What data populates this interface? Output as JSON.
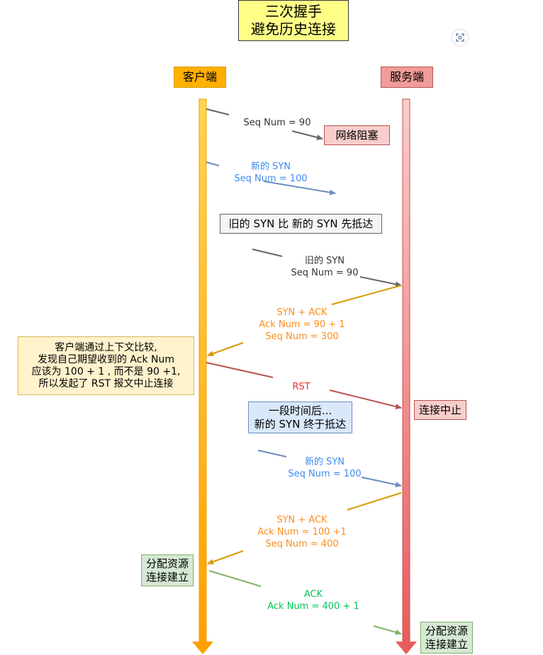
{
  "title": {
    "line1": "三次握手",
    "line2": "避免历史连接"
  },
  "client": {
    "label": "客户端"
  },
  "server": {
    "label": "服务端"
  },
  "messages": {
    "old_syn_blocked": {
      "text": "Seq Num = 90"
    },
    "network_block": "网络阻塞",
    "new_syn_first": {
      "line1": "新的 SYN",
      "line2": "Seq Num = 100"
    },
    "old_first_note": "旧的 SYN 比 新的 SYN 先抵达",
    "old_syn": {
      "line1": "旧的 SYN",
      "line2": "Seq Num = 90"
    },
    "synack_old": {
      "line1": "SYN + ACK",
      "line2": "Ack Num =  90 + 1",
      "line3": "Seq Num = 300"
    },
    "client_note": {
      "line1": "客户端通过上下文比较,",
      "line2": "发现自己期望收到的 Ack Num",
      "line3": "应该为 100 + 1 , 而不是 90 +1,",
      "line4": "所以发起了 RST 报文中止连接"
    },
    "rst": "RST",
    "conn_abort": "连接中止",
    "later_note": {
      "line1": "一段时间后...",
      "line2": "新的 SYN 终于抵达"
    },
    "new_syn": {
      "line1": "新的 SYN",
      "line2": "Seq Num = 100"
    },
    "synack_new": {
      "line1": "SYN + ACK",
      "line2": "Ack Num =  100 +1",
      "line3": "Seq Num = 400"
    },
    "client_alloc": {
      "line1": "分配资源",
      "line2": "连接建立"
    },
    "ack": {
      "line1": "ACK",
      "line2": "Ack Num = 400 + 1"
    },
    "server_alloc": {
      "line1": "分配资源",
      "line2": "连接建立"
    }
  },
  "colors": {
    "client_line": "#FFB300",
    "server_line": "#EA6B66",
    "grey_arrow": "#666666",
    "blue_arrow": "#6C8EBF",
    "gold_arrow": "#D79B00",
    "red_arrow": "#B85450",
    "green_arrow": "#82B366",
    "blue_text": "#3D8BF0",
    "orange_text": "#FF8C1A",
    "red_text": "#E8312F",
    "green_text": "#00C853"
  },
  "icons": {
    "scan": "scan-icon"
  }
}
